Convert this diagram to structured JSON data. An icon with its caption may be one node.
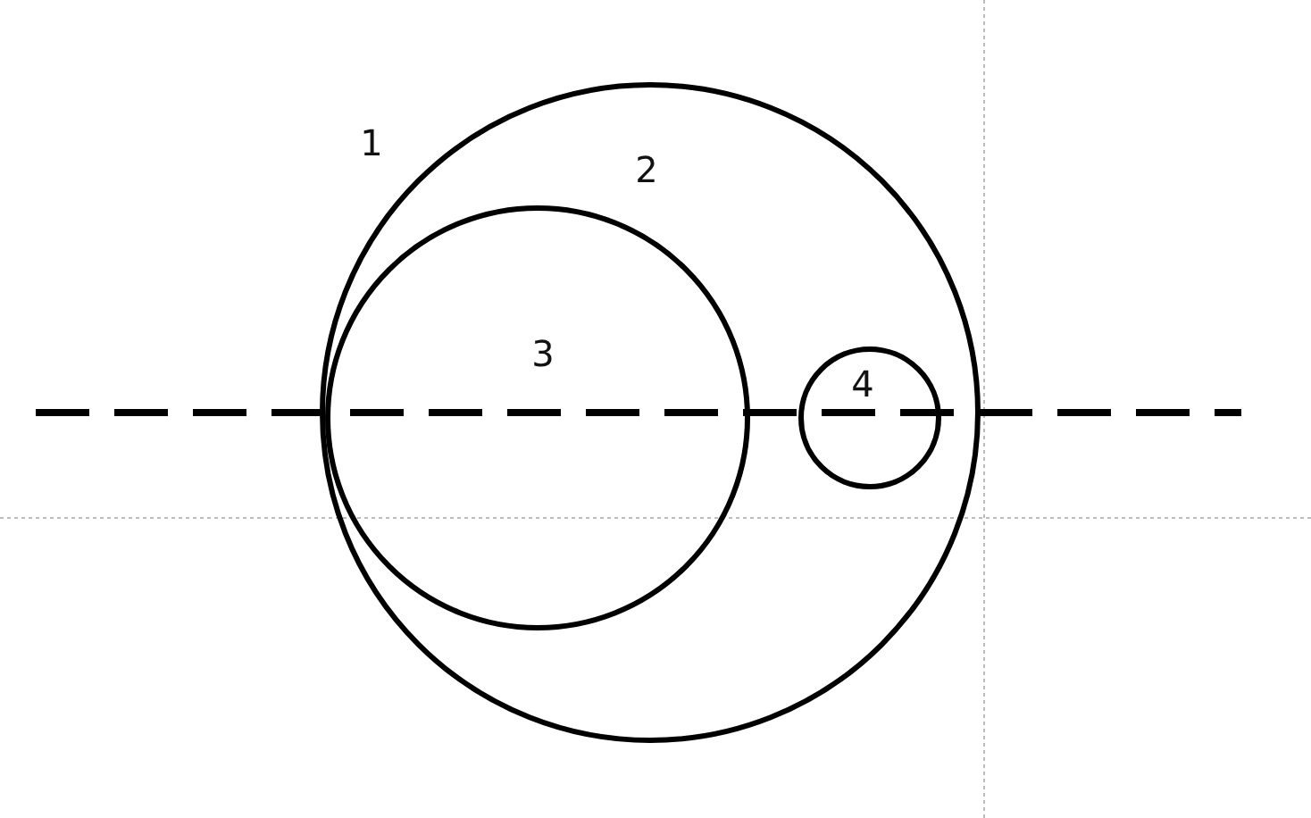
{
  "diagram": {
    "nodes": [
      {
        "text": [
          "2"
        ]
      },
      {
        "text": [
          "3"
        ],
        "in": 0
      },
      {
        "text": [
          "4"
        ],
        "in": 0
      }
    ],
    "labels": [
      "1"
    ]
  }
}
